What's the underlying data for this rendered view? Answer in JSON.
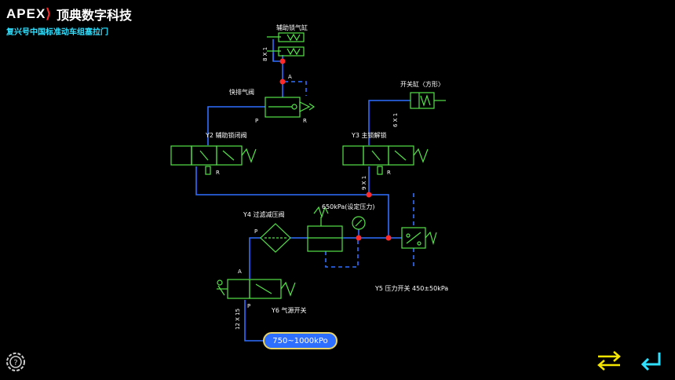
{
  "brand": {
    "logo": "APEX",
    "name": "顶典数字科技"
  },
  "subtitle": "复兴号中国标准动车组塞拉门",
  "labels": {
    "aux_lock_cylinder": "辅助锁气缸",
    "quick_exhaust": "快排气阀",
    "switch_cylinder": "开关缸〈方形〉",
    "y2": "Y2  辅助锁闭阀",
    "y3": "Y3   主锁解锁",
    "y4": "Y4   过滤减压阀",
    "setpoint": "650kPa(设定压力)",
    "y5": "Y5   压力开关  450±50kPa",
    "y6": "Y6   气源开关",
    "port_a1": "A",
    "port_a2": "A",
    "port_p1": "P",
    "port_p2": "P",
    "port_p3": "P",
    "port_r1": "R",
    "port_r2": "R",
    "port_r3": "R",
    "pipe_8x1": "8 X 1",
    "pipe_6x1": "6 X 1",
    "pipe_9x1": "9 X 1",
    "pipe_12x15": "12 X 15"
  },
  "supply_pressure": "750~1000kPo",
  "icons": {
    "help": "gear-help-icon",
    "switch": "swap-arrows-icon",
    "return": "return-arrow-icon"
  },
  "colors": {
    "component": "#55e24a",
    "pipe": "#2f6fff",
    "junction": "#ff2a2a",
    "accent": "#2fe0ff",
    "switch_icon": "#f5e600"
  }
}
